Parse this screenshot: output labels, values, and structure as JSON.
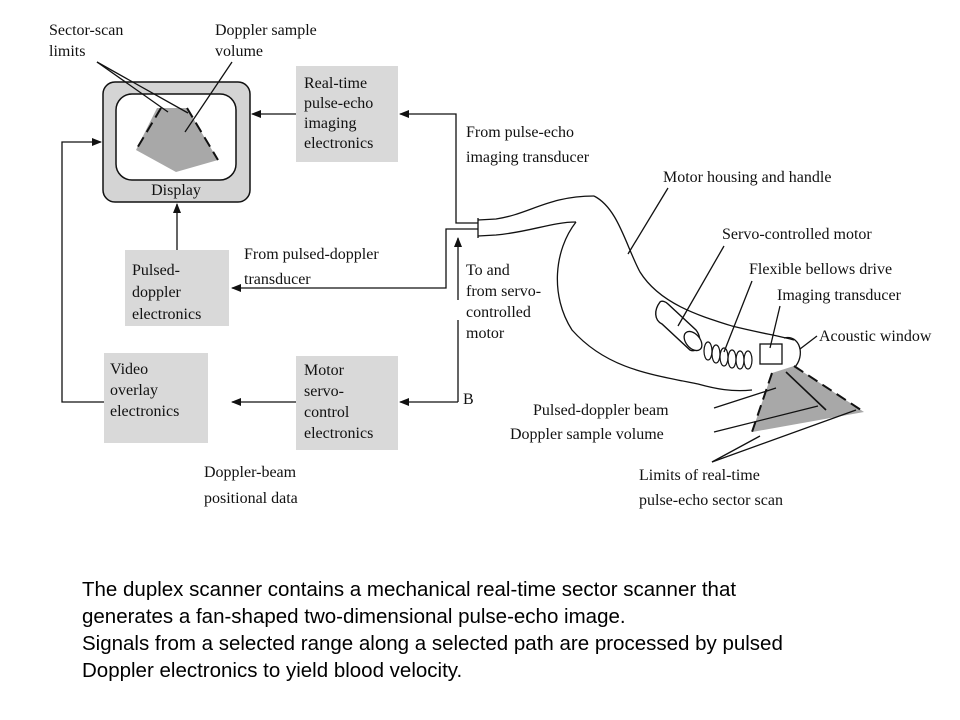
{
  "labels": {
    "sector_scan_limits": [
      "Sector-scan",
      "limits"
    ],
    "doppler_sample_volume_top": [
      "Doppler sample",
      "volume"
    ],
    "display": "Display",
    "realtime_electronics": [
      "Real-time",
      "pulse-echo",
      "imaging",
      "electronics"
    ],
    "from_pulse_echo": [
      "From pulse-echo",
      "imaging transducer"
    ],
    "pulsed_doppler_electronics": [
      "Pulsed-",
      "doppler",
      "electronics"
    ],
    "from_pulsed_doppler": [
      "From pulsed-doppler",
      "transducer"
    ],
    "to_from_servo": [
      "To and",
      "from servo-",
      "controlled",
      "motor"
    ],
    "video_overlay": [
      "Video",
      "overlay",
      "electronics"
    ],
    "motor_servo_control": [
      "Motor",
      "servo-",
      "control",
      "electronics"
    ],
    "b_label": "B",
    "doppler_beam_positional": [
      "Doppler-beam",
      "positional data"
    ],
    "motor_housing": "Motor housing and handle",
    "servo_motor": "Servo-controlled motor",
    "flexible_bellows": "Flexible bellows drive",
    "imaging_transducer": "Imaging transducer",
    "acoustic_window": "Acoustic window",
    "pulsed_doppler_beam": "Pulsed-doppler beam",
    "doppler_sample_volume_bottom": "Doppler sample volume",
    "limits_sector_scan": [
      "Limits of real-time",
      "pulse-echo sector scan"
    ]
  },
  "caption": [
    "The duplex scanner contains a mechanical real-time sector scanner that",
    "generates a fan-shaped two-dimensional pulse-echo image.",
    "Signals from a selected range along a selected path are processed by pulsed",
    "Doppler electronics to yield blood velocity."
  ],
  "colors": {
    "box_fill": "#d9d9d9",
    "line": "#111111",
    "sector_fill": "#a8a8a8"
  }
}
